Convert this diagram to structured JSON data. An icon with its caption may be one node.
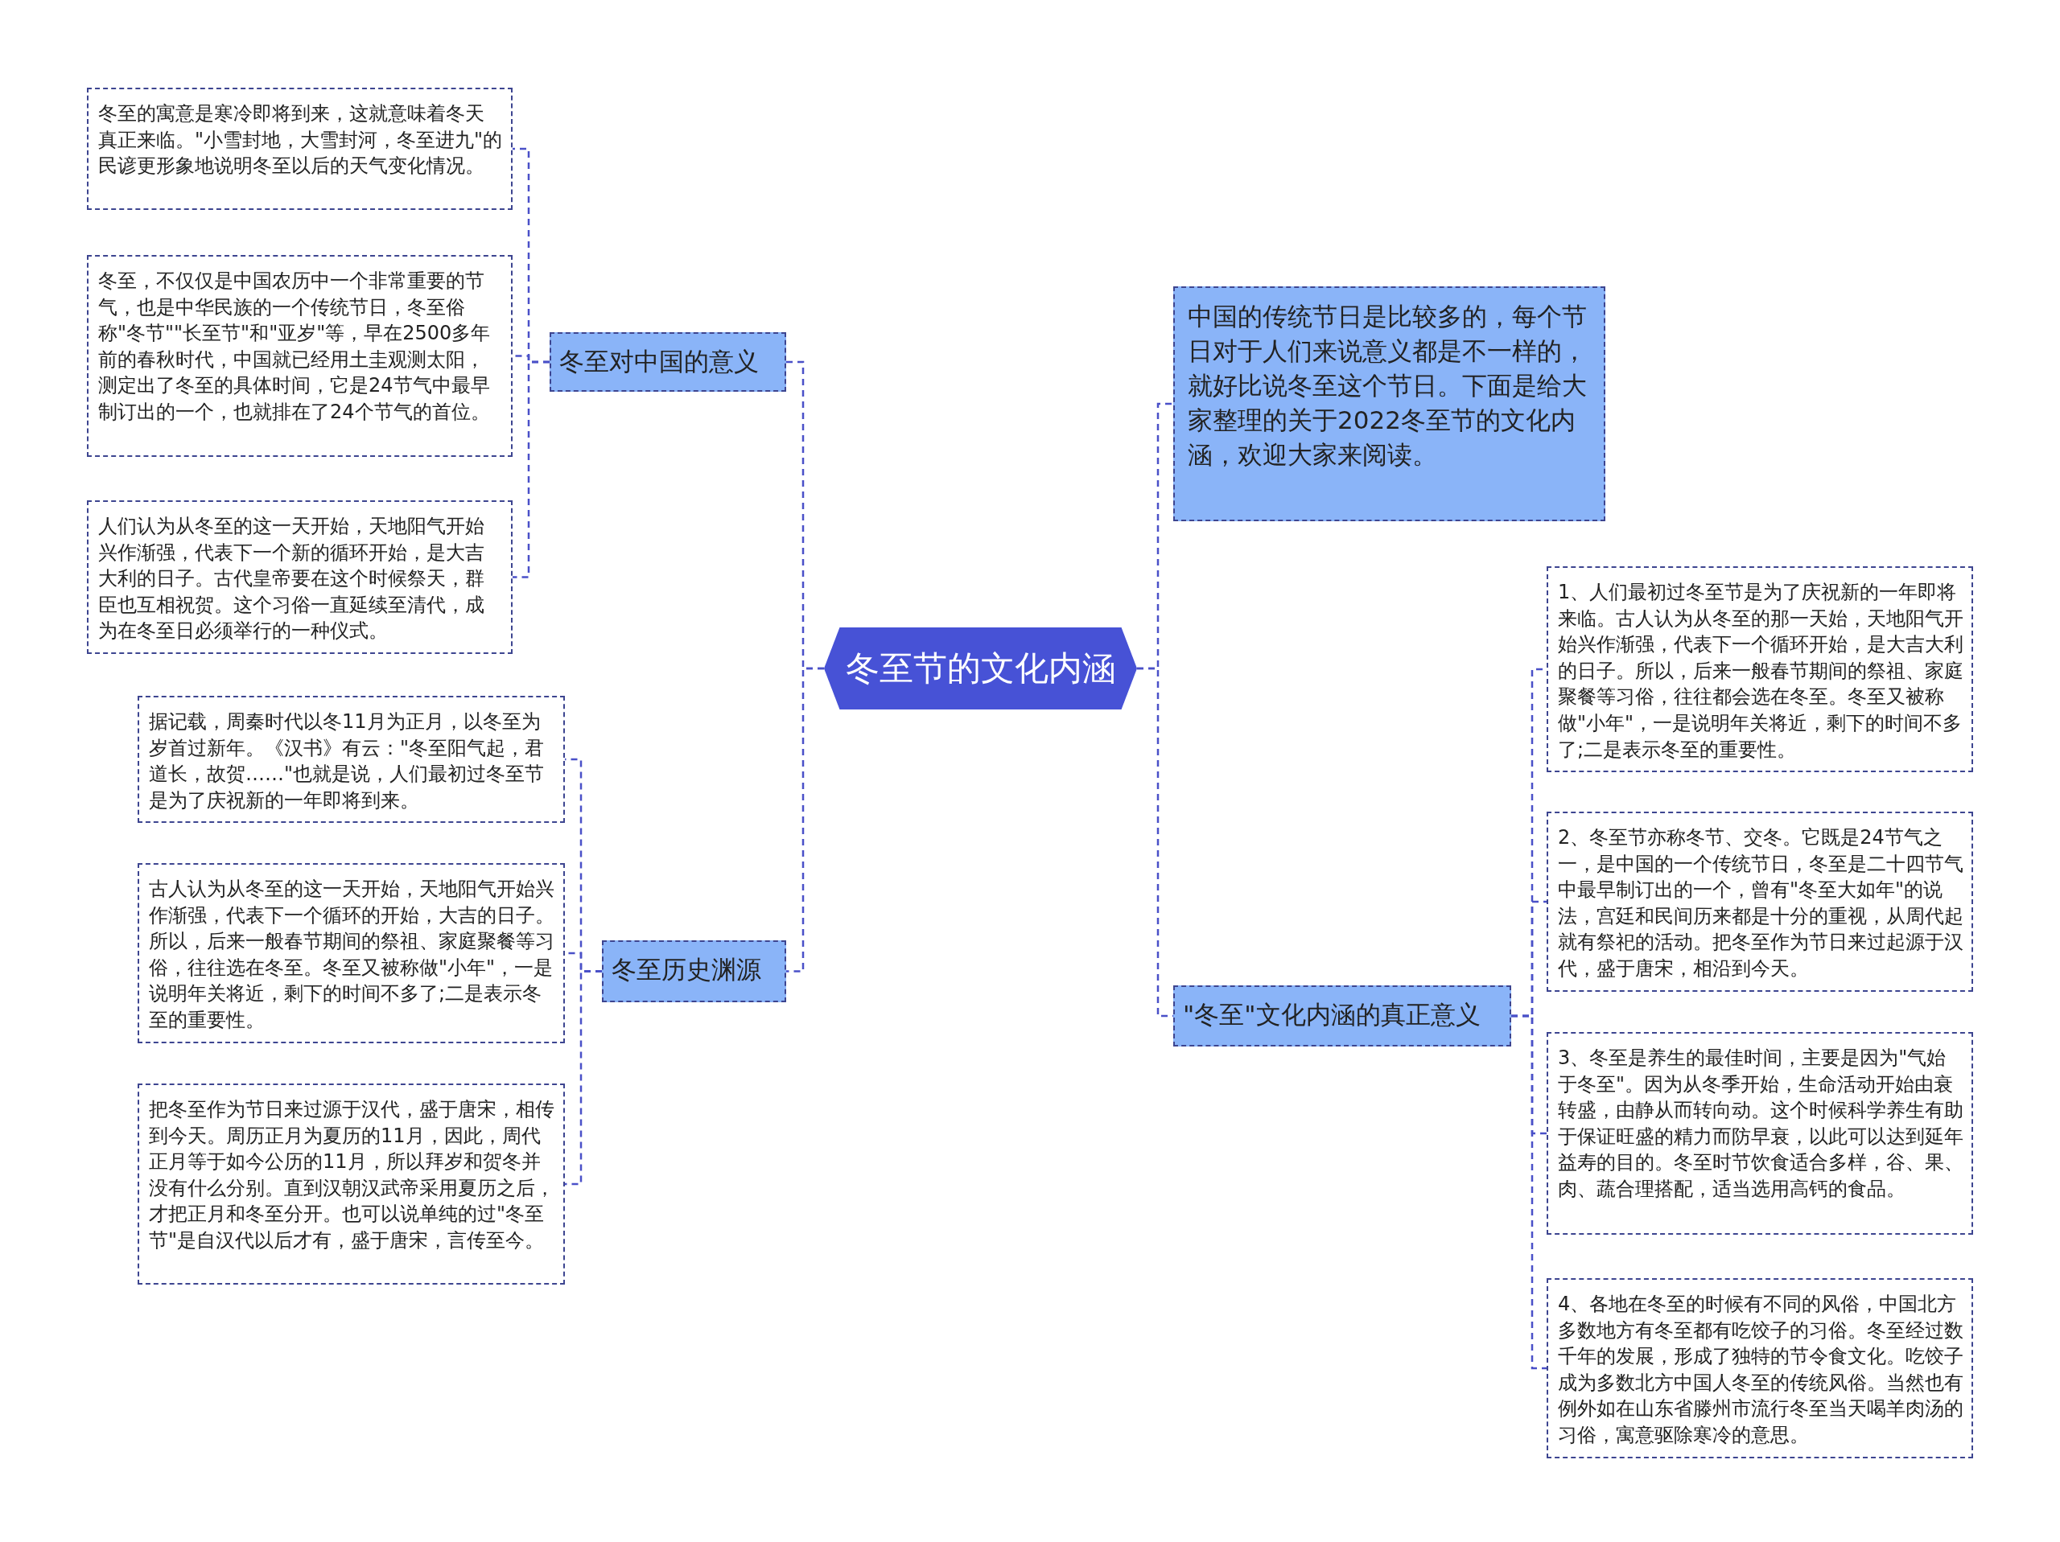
{
  "diagram": {
    "nodes": [
      {
        "text": [
          "冬至节的文化内涵"
        ]
      },
      {
        "text": [
          "冬至对中国的意义"
        ]
      },
      {
        "text": [
          "冬至的寓意是寒冷即将到来，这就意味着冬天真正来临。\"小雪封地，大雪封河，冬至进九\"的民谚更形象地说明冬至以后的天气变化情况。"
        ]
      },
      {
        "text": [
          "冬至，不仅仅是中国农历中一个非常重要的节气，也是中华民族的一个传统节日，冬至俗称\"冬节\"\"长至节\"和\"亚岁\"等，早在2500多年前的春秋时代，中国就已经用土圭观测太阳，测定出了冬至的具体时间，它是24节气中最早制订出的一个，也就排在了24个节气的首位。"
        ]
      },
      {
        "text": [
          "人们认为从冬至的这一天开始，天地阳气开始兴作渐强，代表下一个新的循环开始，是大吉大利的日子。古代皇帝要在这个时候祭天，群臣也互相祝贺。这个习俗一直延续至清代，成为在冬至日必须举行的一种仪式。"
        ]
      },
      {
        "text": [
          "冬至历史渊源"
        ]
      },
      {
        "text": [
          "据记载，周秦时代以冬11月为正月，以冬至为岁首过新年。《汉书》有云：\"冬至阳气起，君道长，故贺……\"也就是说，人们最初过冬至节是为了庆祝新的一年即将到来。"
        ]
      },
      {
        "text": [
          "古人认为从冬至的这一天开始，天地阳气开始兴作渐强，代表下一个循环的开始，大吉的日子。所以，后来一般春节期间的祭祖、家庭聚餐等习俗，往往选在冬至。冬至又被称做\"小年\"，一是说明年关将近，剩下的时间不多了;二是表示冬至的重要性。"
        ]
      },
      {
        "text": [
          "把冬至作为节日来过源于汉代，盛于唐宋，相传到今天。周历正月为夏历的11月，因此，周代正月等于如今公历的11月，所以拜岁和贺冬并没有什么分别。直到汉朝汉武帝采用夏历之后，才把正月和冬至分开。也可以说单纯的过\"冬至节\"是自汉代以后才有，盛于唐宋，言传至今。"
        ]
      },
      {
        "text": [
          "中国的传统节日是比较多的，每个节日对于人们来说意义都是不一样的，就好比说冬至这个节日。下面是给大家整理的关于2022冬至节的文化内涵，欢迎大家来阅读。"
        ]
      },
      {
        "text": [
          "\"冬至\"文化内涵的真正意义"
        ]
      },
      {
        "text": [
          "1、人们最初过冬至节是为了庆祝新的一年即将来临。古人认为从冬至的那一天始，天地阳气开始兴作渐强，代表下一个循环开始，是大吉大利的日子。所以，后来一般春节期间的祭祖、家庭聚餐等习俗，往往都会选在冬至。冬至又被称做\"小年\"，一是说明年关将近，剩下的时间不多了;二是表示冬至的重要性。"
        ]
      },
      {
        "text": [
          "2、冬至节亦称冬节、交冬。它既是24节气之一，是中国的一个传统节日，冬至是二十四节气中最早制订出的一个，曾有\"冬至大如年\"的说法，宫廷和民间历来都是十分的重视，从周代起就有祭祀的活动。把冬至作为节日来过起源于汉代，盛于唐宋，相沿到今天。"
        ]
      },
      {
        "text": [
          "3、冬至是养生的最佳时间，主要是因为\"气始于冬至\"。因为从冬季开始，生命活动开始由衰转盛，由静从而转向动。这个时候科学养生有助于保证旺盛的精力而防早衰，以此可以达到延年益寿的目的。冬至时节饮食适合多样，谷、果、肉、蔬合理搭配，适当选用高钙的食品。"
        ]
      },
      {
        "text": [
          "4、各地在冬至的时候有不同的风俗，中国北方多数地方有冬至都有吃饺子的习俗。冬至经过数千年的发展，形成了独特的节令食文化。吃饺子成为多数北方中国人冬至的传统风俗。当然也有例外如在山东省滕州市流行冬至当天喝羊肉汤的习俗，寓意驱除寒冷的意思。"
        ]
      }
    ],
    "edges": [
      {
        "from": 0,
        "to": 1,
        "arrow": "none"
      },
      {
        "from": 1,
        "to": 2,
        "arrow": "none"
      },
      {
        "from": 1,
        "to": 3,
        "arrow": "none"
      },
      {
        "from": 1,
        "to": 4,
        "arrow": "none"
      },
      {
        "from": 0,
        "to": 5,
        "arrow": "none"
      },
      {
        "from": 5,
        "to": 6,
        "arrow": "none"
      },
      {
        "from": 5,
        "to": 7,
        "arrow": "none"
      },
      {
        "from": 5,
        "to": 8,
        "arrow": "none"
      },
      {
        "from": 0,
        "to": 9,
        "arrow": "none"
      },
      {
        "from": 0,
        "to": 10,
        "arrow": "none"
      },
      {
        "from": 10,
        "to": 11,
        "arrow": "none"
      },
      {
        "from": 10,
        "to": 12,
        "arrow": "none"
      },
      {
        "from": 10,
        "to": 13,
        "arrow": "none"
      },
      {
        "from": 10,
        "to": 14,
        "arrow": "none"
      }
    ]
  }
}
